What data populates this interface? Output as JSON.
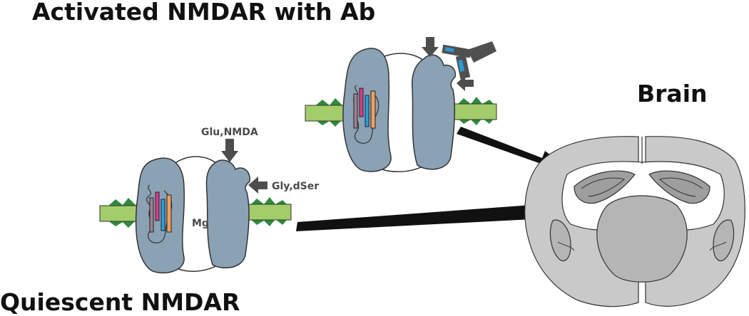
{
  "labels": {
    "activated_title": "Activated NMDAR with Ab",
    "quiescent_title": "Quiescent NMDAR",
    "brain": "Brain",
    "glu_nmda": "Glu,NMDA",
    "gly_dser": "Gly,dSer",
    "mg": "Mg"
  },
  "colors": {
    "receptor_fill": "#8aa2b4",
    "membrane_fill": "#a3cc6a",
    "spike_fill": "#2f8a3c",
    "arrow_fill": "#4d4d4d",
    "antibody_fill": "#505050",
    "antibody_accent": "#2a9ad8",
    "brain_outer": "#c9c9c9",
    "brain_mid": "#b5b5b5",
    "brain_dark": "#9e9e9e",
    "bar_blue": "#2aa0e0",
    "bar_pink": "#d83c8c",
    "bar_orange": "#f0a060",
    "bar_mauve": "#a08090"
  }
}
